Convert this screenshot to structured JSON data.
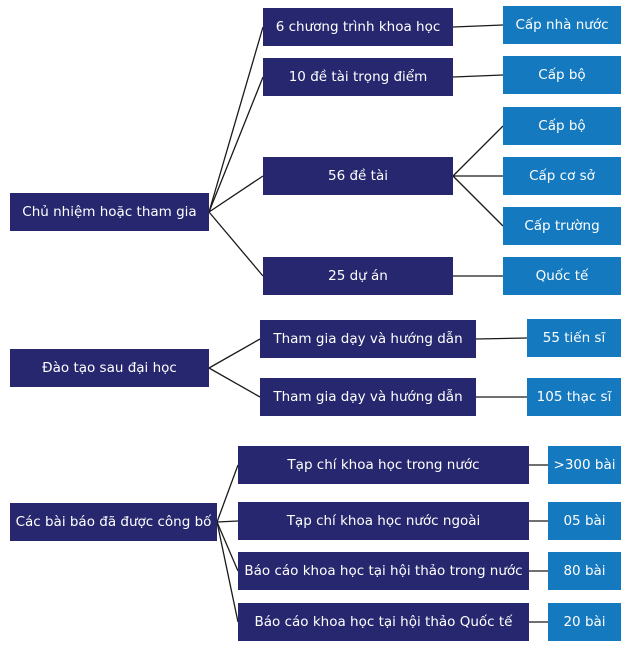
{
  "colors": {
    "navy": "#26276e",
    "blue": "#1479bf",
    "line": "#1a1a1a"
  },
  "section1": {
    "root": "Chủ nhiệm hoặc tham  gia",
    "items": [
      {
        "label": "6 chương trình khoa học",
        "results": [
          "Cấp nhà nước"
        ]
      },
      {
        "label": "10 đề tài trọng điểm",
        "results": [
          "Cấp bộ"
        ]
      },
      {
        "label": "56 đề tài",
        "results": [
          "Cấp bộ",
          "Cấp cơ sở",
          "Cấp trường"
        ]
      },
      {
        "label": "25 dự án",
        "results": [
          "Quốc tế"
        ]
      }
    ]
  },
  "section2": {
    "root": "Đào tạo sau đại học",
    "items": [
      {
        "label": "Tham gia dạy và hướng dẫn",
        "results": [
          "55 tiến sĩ"
        ]
      },
      {
        "label": "Tham gia dạy và hướng dẫn",
        "results": [
          "105 thạc sĩ"
        ]
      }
    ]
  },
  "section3": {
    "root": "Các bài báo đã được công bố",
    "items": [
      {
        "label": "Tạp chí khoa học trong nước",
        "results": [
          ">300 bài"
        ]
      },
      {
        "label": "Tạp chí khoa học nước ngoài",
        "results": [
          "05 bài"
        ]
      },
      {
        "label": "Báo cáo khoa học tại hội thảo trong nước",
        "results": [
          "80 bài"
        ]
      },
      {
        "label": "Báo cáo khoa học tại hội thảo Quốc tế",
        "results": [
          "20 bài"
        ]
      }
    ]
  }
}
